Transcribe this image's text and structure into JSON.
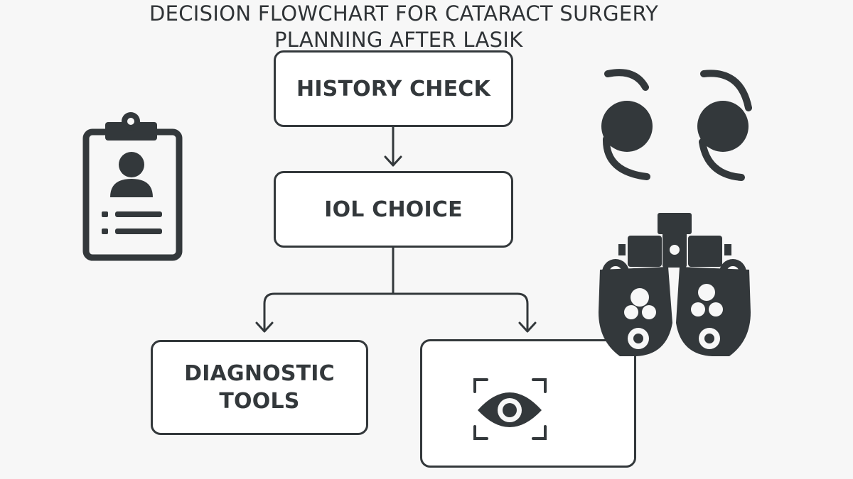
{
  "title": {
    "line1": "DECISION FLOWCHART FOR CATARACT SURGERY",
    "line2": "PLANNING AFTER LASIK"
  },
  "nodes": {
    "history_check": "HISTORY CHECK",
    "iol_choice": "IOL CHOICE",
    "diagnostic_tools": "DIAGNOSTIC\nTOOLS"
  },
  "icons": {
    "clipboard": "patient-clipboard-icon",
    "lenses": "intraocular-lens-icon",
    "phoropter": "phoropter-icon",
    "eye_scan": "eye-scan-icon"
  },
  "colors": {
    "ink": "#33383b",
    "background": "#f7f7f7"
  }
}
